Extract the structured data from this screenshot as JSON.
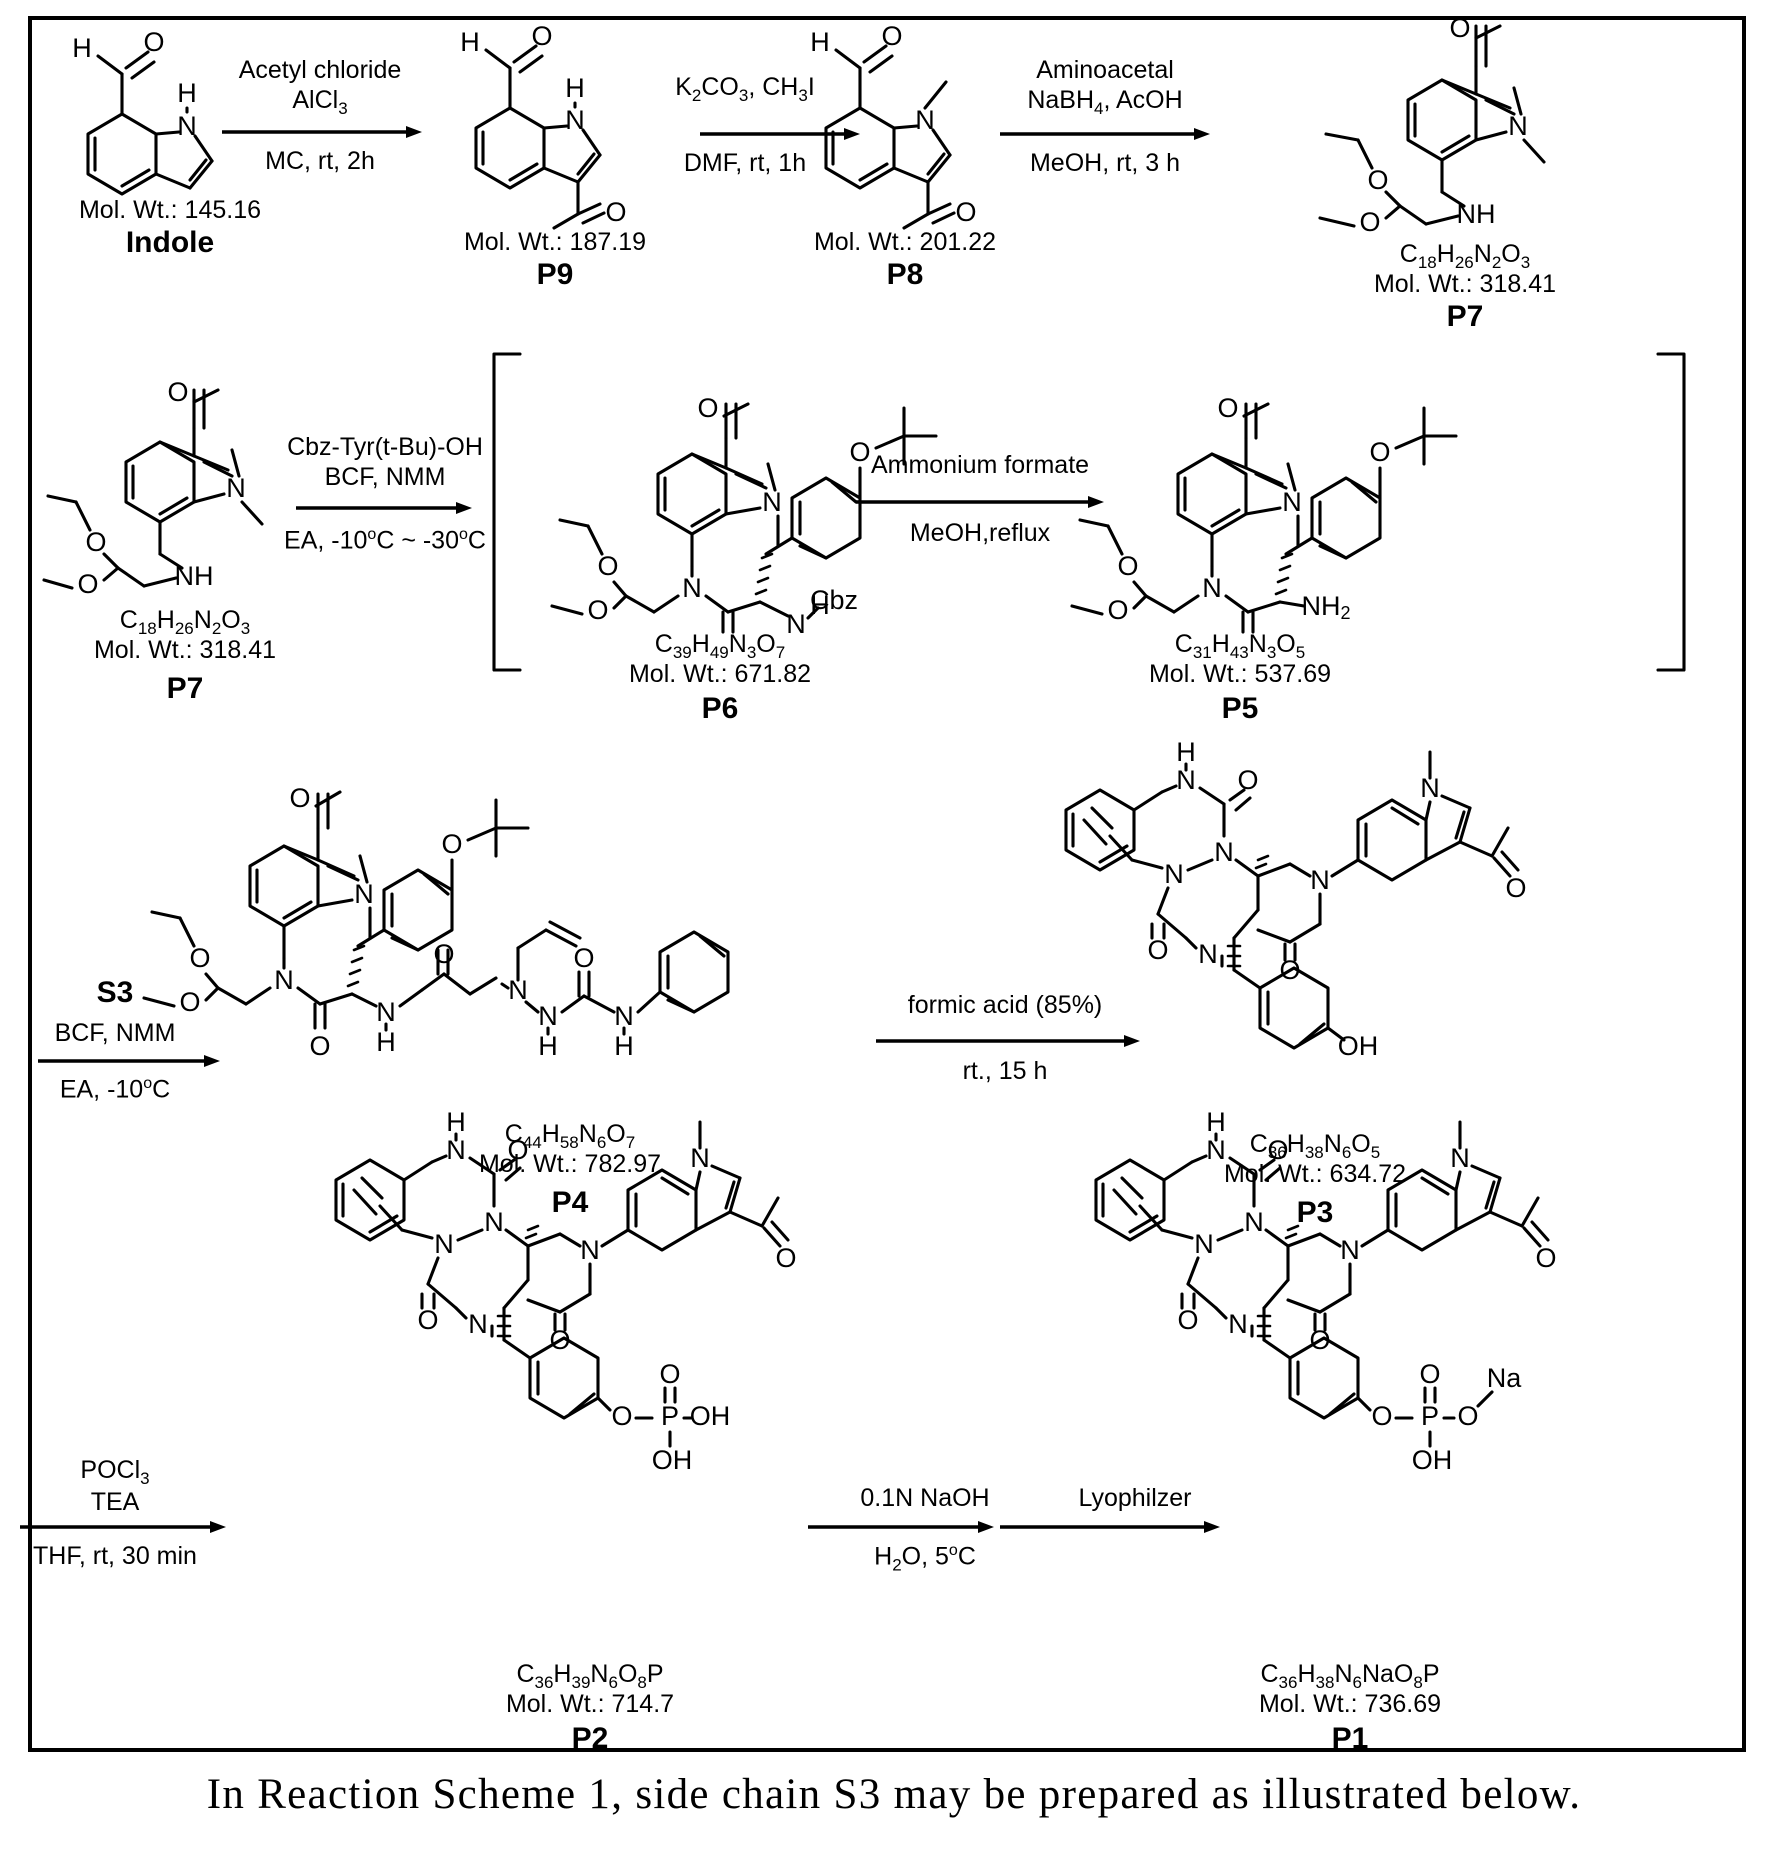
{
  "figure": {
    "caption": "In Reaction Scheme 1, side chain S3 may be prepared as illustrated below.",
    "border_color": "#000000",
    "background_color": "#ffffff"
  },
  "compounds": [
    {
      "id": "indole",
      "name": "Indole",
      "formula": "",
      "mol_wt": "Mol. Wt.: 145.16",
      "label": "Indole"
    },
    {
      "id": "p9",
      "name": "P9",
      "formula": "",
      "mol_wt": "Mol. Wt.: 187.19",
      "label": "P9"
    },
    {
      "id": "p8",
      "name": "P8",
      "formula": "",
      "mol_wt": "Mol. Wt.: 201.22",
      "label": "P8"
    },
    {
      "id": "p7a",
      "name": "P7",
      "formula": "C18H26N2O3",
      "mol_wt": "Mol. Wt.: 318.41",
      "label": "P7"
    },
    {
      "id": "p7b",
      "name": "P7",
      "formula": "C18H26N2O3",
      "mol_wt": "Mol. Wt.: 318.41",
      "label": "P7"
    },
    {
      "id": "p6",
      "name": "P6",
      "formula": "C39H49N3O7",
      "mol_wt": "Mol. Wt.: 671.82",
      "label": "P6"
    },
    {
      "id": "p5",
      "name": "P5",
      "formula": "C31H43N3O5",
      "mol_wt": "Mol. Wt.: 537.69",
      "label": "P5"
    },
    {
      "id": "p4",
      "name": "P4",
      "formula": "C44H58N6O7",
      "mol_wt": "Mol. Wt.: 782.97",
      "label": "P4"
    },
    {
      "id": "p3",
      "name": "P3",
      "formula": "C36H38N6O5",
      "mol_wt": "Mol. Wt.: 634.72",
      "label": "P3"
    },
    {
      "id": "p2",
      "name": "P2",
      "formula": "C36H39N6O8P",
      "mol_wt": "Mol. Wt.: 714.7",
      "label": "P2"
    },
    {
      "id": "p1",
      "name": "P1",
      "formula": "C36H38N6NaO8P",
      "mol_wt": "Mol. Wt.: 736.69",
      "label": "P1"
    }
  ],
  "reactions": [
    {
      "id": "r1",
      "above1": "Acetyl chloride",
      "above2": "AlCl3",
      "below1": "MC, rt, 2h"
    },
    {
      "id": "r2",
      "above1": "K2CO3, CH3I",
      "above2": "",
      "below1": "DMF, rt, 1h"
    },
    {
      "id": "r3",
      "above1": "Aminoacetal",
      "above2": "NaBH4, AcOH",
      "below1": "MeOH, rt, 3 h"
    },
    {
      "id": "r4",
      "above1": "Cbz-Tyr(t-Bu)-OH",
      "above2": "BCF, NMM",
      "below1": "EA, -10°C ~ -30°C"
    },
    {
      "id": "r5",
      "above1": "Ammonium formate",
      "above2": "",
      "below1": "MeOH,reflux"
    },
    {
      "id": "r6",
      "above0": "S3",
      "above1": "BCF, NMM",
      "above2": "",
      "below1": "EA, -10°C"
    },
    {
      "id": "r7",
      "above1": "formic acid (85%)",
      "above2": "",
      "below1": "rt., 15 h"
    },
    {
      "id": "r8",
      "above1": "POCl3",
      "above2": "TEA",
      "below1": "THF, rt, 30 min"
    },
    {
      "id": "r9",
      "above1": "0.1N NaOH",
      "above2": "",
      "below1": "H2O, 5°C"
    },
    {
      "id": "r10",
      "above1": "Lyophilzer",
      "above2": "",
      "below1": ""
    }
  ],
  "atom_labels": {
    "H": "H",
    "N": "N",
    "O": "O",
    "NH": "NH",
    "NH2": "NH2",
    "OH": "OH",
    "P": "P",
    "Na": "Na",
    "Cbz": "Cbz"
  }
}
